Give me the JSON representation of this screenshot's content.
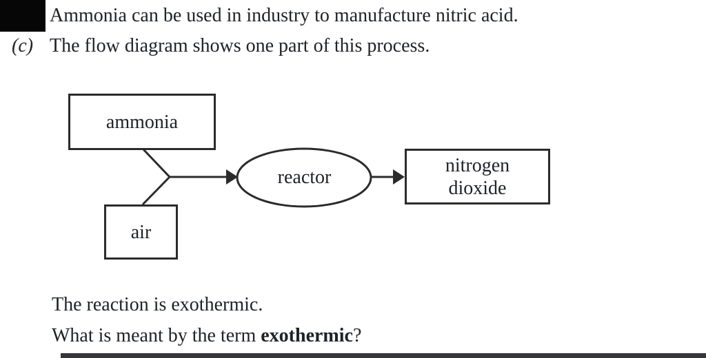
{
  "document": {
    "intro": "Ammonia can be used in industry to manufacture nitric acid.",
    "part_label": "(c)",
    "part_text": "The flow diagram shows one part of this process.",
    "statement": "The reaction is exothermic.",
    "question": {
      "prefix": "What is meant by the term ",
      "bold_term": "exothermic",
      "suffix": "?"
    }
  },
  "diagram": {
    "type": "flow-diagram",
    "nodes": [
      {
        "id": "ammonia",
        "shape": "rectangle",
        "label": "ammonia"
      },
      {
        "id": "air",
        "shape": "rectangle",
        "label": "air"
      },
      {
        "id": "reactor",
        "shape": "ellipse",
        "label": "reactor"
      },
      {
        "id": "nitrogen-dioxide",
        "shape": "rectangle",
        "label": "nitrogen dioxide"
      }
    ],
    "edges": [
      {
        "from": "ammonia",
        "to": "reactor"
      },
      {
        "from": "air",
        "to": "reactor"
      },
      {
        "from": "reactor",
        "to": "nitrogen-dioxide"
      }
    ],
    "labels": {
      "ammonia": "ammonia",
      "air": "air",
      "reactor": "reactor",
      "nitrogen_line1": "nitrogen",
      "nitrogen_line2": "dioxide"
    }
  },
  "colors": {
    "ink": "#20222a",
    "line": "#2b2b2b",
    "redaction": "#060606",
    "bottom_bar": "#36363c",
    "background": "#ffffff"
  }
}
